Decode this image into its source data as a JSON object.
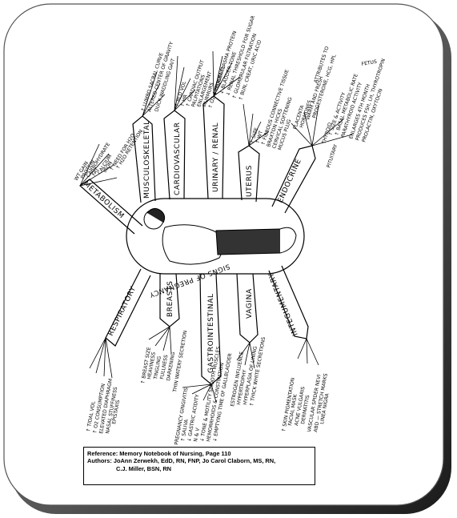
{
  "center_label": "SIGNS OF PREGNANCY",
  "branches": {
    "metabolism": {
      "label": "METABOLISM",
      "items": [
        "WT GAIN",
        "PROTEIN",
        "CARBOHYDRATE",
        "FAT",
        "CALCIUM",
        "IRON",
        "↑ NEED FOR H2O",
        "↑ H2O RETENTION"
      ]
    },
    "musculoskeletal": {
      "label": "MUSCULOSKELETAL",
      "items": [
        "↑ LUMBO SACRAL CURVE",
        "ALTERED CENTER OF GRAVITY",
        "DUCK WADDLING GAIT"
      ]
    },
    "cardiovascular": {
      "label": "CARDIOVASCULAR",
      "items": [
        "↑ BLD VOL",
        "↑ HR",
        "↑ CARDIAC OUTPUT",
        "PALPITATIONS",
        "ENLARGEMENT",
        "MURMURS",
        "↑ O2 ↓ SERUM PLASMA PROTEIN"
      ]
    },
    "urinary": {
      "label": "URINARY / RENAL",
      "items": [
        "FREQUENCY",
        "↓ BLADDER TONE",
        "↓ RENAL THRESHOLD FOR SUGAR",
        "↑ GLOMERULAR FILTRATION",
        "↑ BUN, CREAT, URIC ACID"
      ]
    },
    "uterus": {
      "label": "UTERUS",
      "items": [
        "↑ SIZE",
        "↑ WT",
        "↑ FIBROUS CONNECTIVE TISSUE",
        "BRAXTON HICKS",
        "CERVICAL SOFTENING",
        "MUCUS PLUG"
      ]
    },
    "endocrine": {
      "label": "ENDOCRINE",
      "placenta": [
        "PLACENTA",
        "HORMONES",
        "ATTRIBUTES TO",
        "WARM AND FRESH",
        "PROGESTERONE, HCG, HPL",
        "FETUS"
      ],
      "thyroid": [
        "THYROID",
        "↑ SIZE & ACTIVITY",
        "↑ BASAL METABOLIC RATE",
        "PARATHYROID ACTIVITY"
      ],
      "pituitary": [
        "PITUITARY",
        "ENLARGES 4TH MONTH",
        "PRODUCES FSH, LH, THYROTROPIN",
        "PROLACTIN, OXYTOCIN"
      ]
    },
    "respiratory": {
      "label": "RESPIRATORY",
      "items": [
        "↑ TIDAL VOL",
        "↑ O2 CONSUMPTION",
        "ELEVATED DIAPHRAGM",
        "NASAL STUFFINESS",
        "EPISTAXIS"
      ]
    },
    "breasts": {
      "label": "BREASTS",
      "items": [
        "↑ BREAST SIZE",
        "HEAVINESS",
        "TINGLING",
        "FULLNESS",
        "DARKENING",
        "THIN WATERY SECRETION"
      ]
    },
    "gastrointestinal": {
      "label": "GASTROINTESTINAL",
      "items": [
        "PREGNANCY GINGIVITIS",
        "↑ SALIVA",
        "↓ GASTRIC ACIDITY",
        "N & V",
        "↓ TONE & MOTILITY SMOOTH MUSCLES",
        "HEMORRHOIDS & CONSTIPATION",
        "↓ EMPTYING TIME OF GALLBLADDER"
      ]
    },
    "vagina": {
      "label": "VAGINA",
      "items": [
        "ESTROGEN INFLUENCE",
        "HYPERTROPHY",
        "HYPERPLASIA OF LINING",
        "↑ THICK WHITE SECRETIONS"
      ]
    },
    "integumentary": {
      "label": "INTEGUMENTARY",
      "items": [
        "↑ SKIN PIGMENTATION",
        "FACIAL MASK",
        "ACNE VULGARIS",
        "DERMATITIS",
        "VASCULAR SPIDER NEVI",
        "ABD — STRETCH MARKS",
        "LINEA NIGRA"
      ]
    }
  },
  "reference": {
    "line1": "Reference: Memory Notebook of Nursing,  Page 110",
    "line2": "Authors: JoAnn Zerwekh, EdD, RN, FNP, Jo Carol Claborn, MS, RN,",
    "line3": "C.J. Miller, BSN, RN"
  }
}
